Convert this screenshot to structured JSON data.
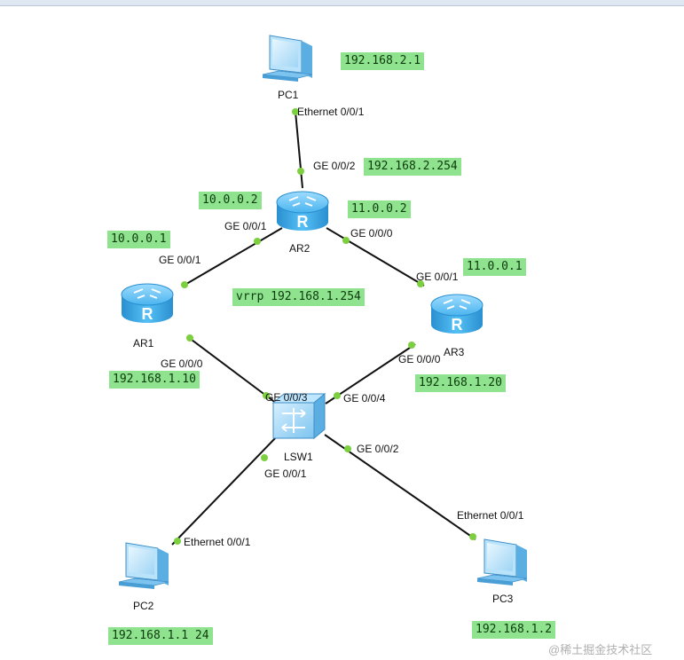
{
  "devices": {
    "pc1": "PC1",
    "ar2": "AR2",
    "ar1": "AR1",
    "ar3": "AR3",
    "lsw1": "LSW1",
    "pc2": "PC2",
    "pc3": "PC3"
  },
  "ports": {
    "pc1_eth": "Ethernet 0/0/1",
    "ar2_ge002": "GE 0/0/2",
    "ar2_ge001": "GE 0/0/1",
    "ar2_ge000": "GE 0/0/0",
    "ar1_ge001": "GE 0/0/1",
    "ar1_ge000": "GE 0/0/0",
    "ar3_ge001": "GE 0/0/1",
    "ar3_ge000": "GE 0/0/0",
    "lsw1_ge003": "GE 0/0/3",
    "lsw1_ge004": "GE 0/0/4",
    "lsw1_ge001": "GE 0/0/1",
    "lsw1_ge002": "GE 0/0/2",
    "pc2_eth": "Ethernet 0/0/1",
    "pc3_eth": "Ethernet 0/0/1"
  },
  "addresses": {
    "pc1_ip": "192.168.2.1",
    "ar2_ge002_ip": "192.168.2.254",
    "ar2_ge001_ip": "10.0.0.2",
    "ar2_ge000_ip": "11.0.0.2",
    "ar1_ge001_ip": "10.0.0.1",
    "ar3_ge001_ip": "11.0.0.1",
    "vrrp": "vrrp 192.168.1.254",
    "ar1_ge000_ip": "192.168.1.10",
    "ar3_ge000_ip": "192.168.1.20",
    "pc2_ip": "192.168.1.1 24",
    "pc3_ip": "192.168.1.2"
  },
  "watermark": "@稀土掘金技术社区",
  "colors": {
    "link": "#111111",
    "port_dot": "#7ccf3e",
    "tag_bg": "#8fe38f",
    "router_blue": "#3aa6e0"
  },
  "icons": {
    "router": "router-icon",
    "switch": "switch-icon",
    "pc": "pc-icon"
  }
}
